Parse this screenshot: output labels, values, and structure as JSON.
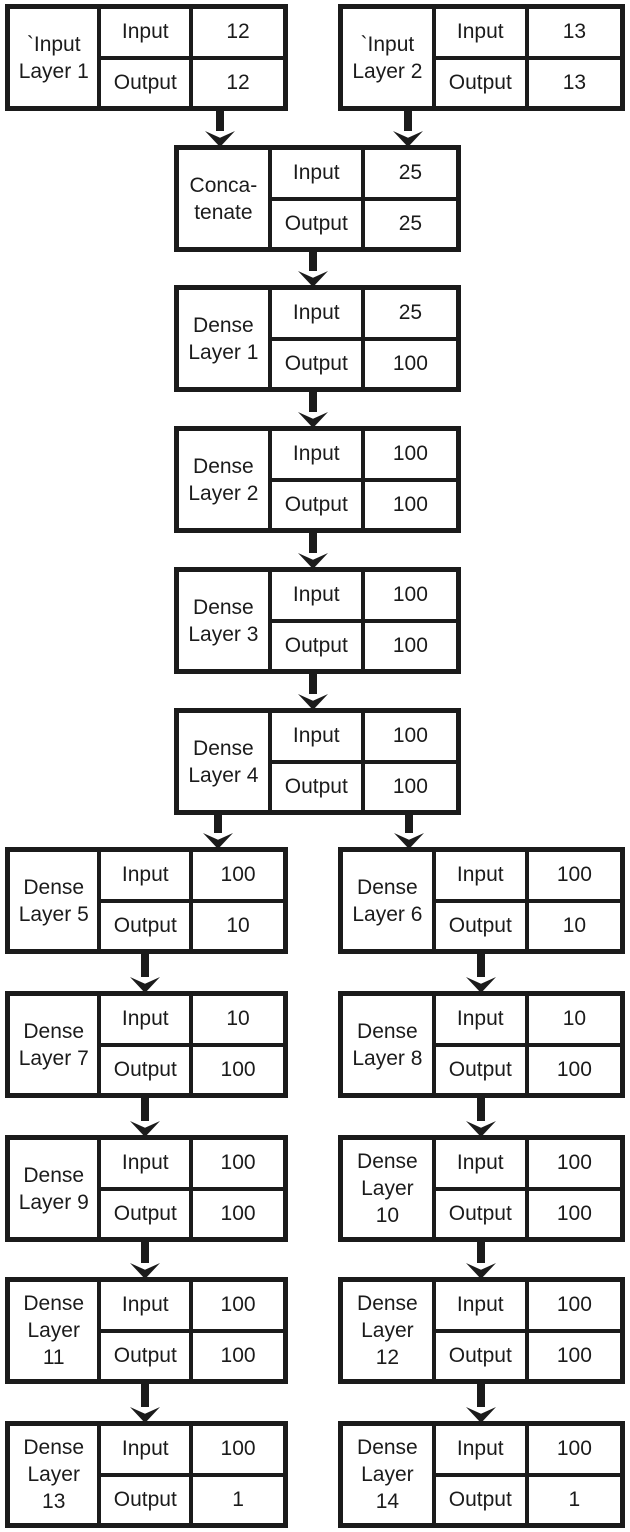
{
  "labels": {
    "input": "Input",
    "output": "Output"
  },
  "nodes": [
    {
      "id": "input-layer-1",
      "name": "`Input\nLayer 1",
      "input": "12",
      "output": "12"
    },
    {
      "id": "input-layer-2",
      "name": "`Input\nLayer 2",
      "input": "13",
      "output": "13"
    },
    {
      "id": "concatenate",
      "name": "Conca-\ntenate",
      "input": "25",
      "output": "25"
    },
    {
      "id": "dense-1",
      "name": "Dense\nLayer 1",
      "input": "25",
      "output": "100"
    },
    {
      "id": "dense-2",
      "name": "Dense\nLayer 2",
      "input": "100",
      "output": "100"
    },
    {
      "id": "dense-3",
      "name": "Dense\nLayer 3",
      "input": "100",
      "output": "100"
    },
    {
      "id": "dense-4",
      "name": "Dense\nLayer 4",
      "input": "100",
      "output": "100"
    },
    {
      "id": "dense-5",
      "name": "Dense\nLayer 5",
      "input": "100",
      "output": "10"
    },
    {
      "id": "dense-6",
      "name": "Dense\nLayer 6",
      "input": "100",
      "output": "10"
    },
    {
      "id": "dense-7",
      "name": "Dense\nLayer 7",
      "input": "10",
      "output": "100"
    },
    {
      "id": "dense-8",
      "name": "Dense\nLayer 8",
      "input": "10",
      "output": "100"
    },
    {
      "id": "dense-9",
      "name": "Dense\nLayer 9",
      "input": "100",
      "output": "100"
    },
    {
      "id": "dense-10",
      "name": "Dense\nLayer\n10",
      "input": "100",
      "output": "100"
    },
    {
      "id": "dense-11",
      "name": "Dense\nLayer\n11",
      "input": "100",
      "output": "100"
    },
    {
      "id": "dense-12",
      "name": "Dense\nLayer\n12",
      "input": "100",
      "output": "100"
    },
    {
      "id": "dense-13",
      "name": "Dense\nLayer\n13",
      "input": "100",
      "output": "1"
    },
    {
      "id": "dense-14",
      "name": "Dense\nLayer\n14",
      "input": "100",
      "output": "1"
    }
  ],
  "edges": [
    {
      "from": "input-layer-1",
      "to": "concatenate"
    },
    {
      "from": "input-layer-2",
      "to": "concatenate"
    },
    {
      "from": "concatenate",
      "to": "dense-1"
    },
    {
      "from": "dense-1",
      "to": "dense-2"
    },
    {
      "from": "dense-2",
      "to": "dense-3"
    },
    {
      "from": "dense-3",
      "to": "dense-4"
    },
    {
      "from": "dense-4",
      "to": "dense-5"
    },
    {
      "from": "dense-4",
      "to": "dense-6"
    },
    {
      "from": "dense-5",
      "to": "dense-7"
    },
    {
      "from": "dense-6",
      "to": "dense-8"
    },
    {
      "from": "dense-7",
      "to": "dense-9"
    },
    {
      "from": "dense-8",
      "to": "dense-10"
    },
    {
      "from": "dense-9",
      "to": "dense-11"
    },
    {
      "from": "dense-10",
      "to": "dense-12"
    },
    {
      "from": "dense-11",
      "to": "dense-13"
    },
    {
      "from": "dense-12",
      "to": "dense-14"
    }
  ],
  "colors": {
    "ink": "#1b1b1b",
    "background": "#ffffff"
  }
}
